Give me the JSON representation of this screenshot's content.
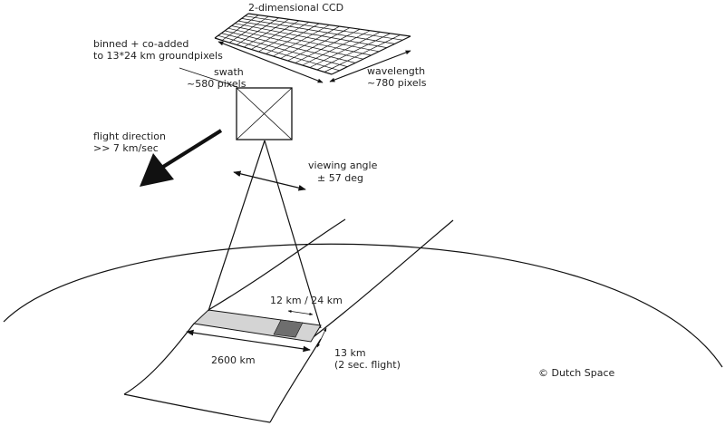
{
  "labels": {
    "ccd": "2-dimensional CCD",
    "binned_line1": "binned + co-added",
    "binned_line2": "to 13*24 km groundpixels",
    "swath_line1": "swath",
    "swath_line2": "~580 pixels",
    "wavelength_line1": "wavelength",
    "wavelength_line2": "~780 pixels",
    "flight_line1": "flight direction",
    "flight_line2": ">> 7 km/sec",
    "viewing_line1": "viewing angle",
    "viewing_line2": "± 57 deg",
    "pixel_size": "12 km / 24 km",
    "swath_width": "2600 km",
    "along_line1": "13 km",
    "along_line2": "(2 sec. flight)",
    "copyright": "©  Dutch Space"
  },
  "colors": {
    "line": "#111111",
    "strip": "#d4d4d4",
    "pixel": "#6e6e6e",
    "text": "#222222"
  }
}
